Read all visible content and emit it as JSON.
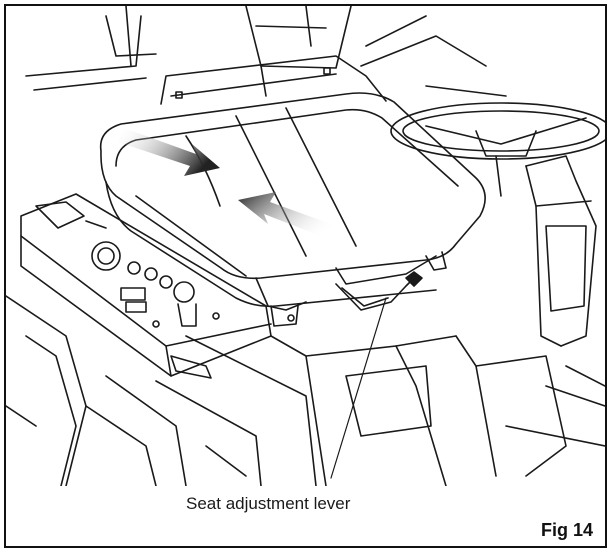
{
  "figure": {
    "callout": "Seat adjustment lever",
    "label": "Fig 14"
  },
  "illustration": {
    "subject": "seat-with-adjustment-lever",
    "stroke_color": "#1a1a1a",
    "arrow_color": "#222222"
  }
}
